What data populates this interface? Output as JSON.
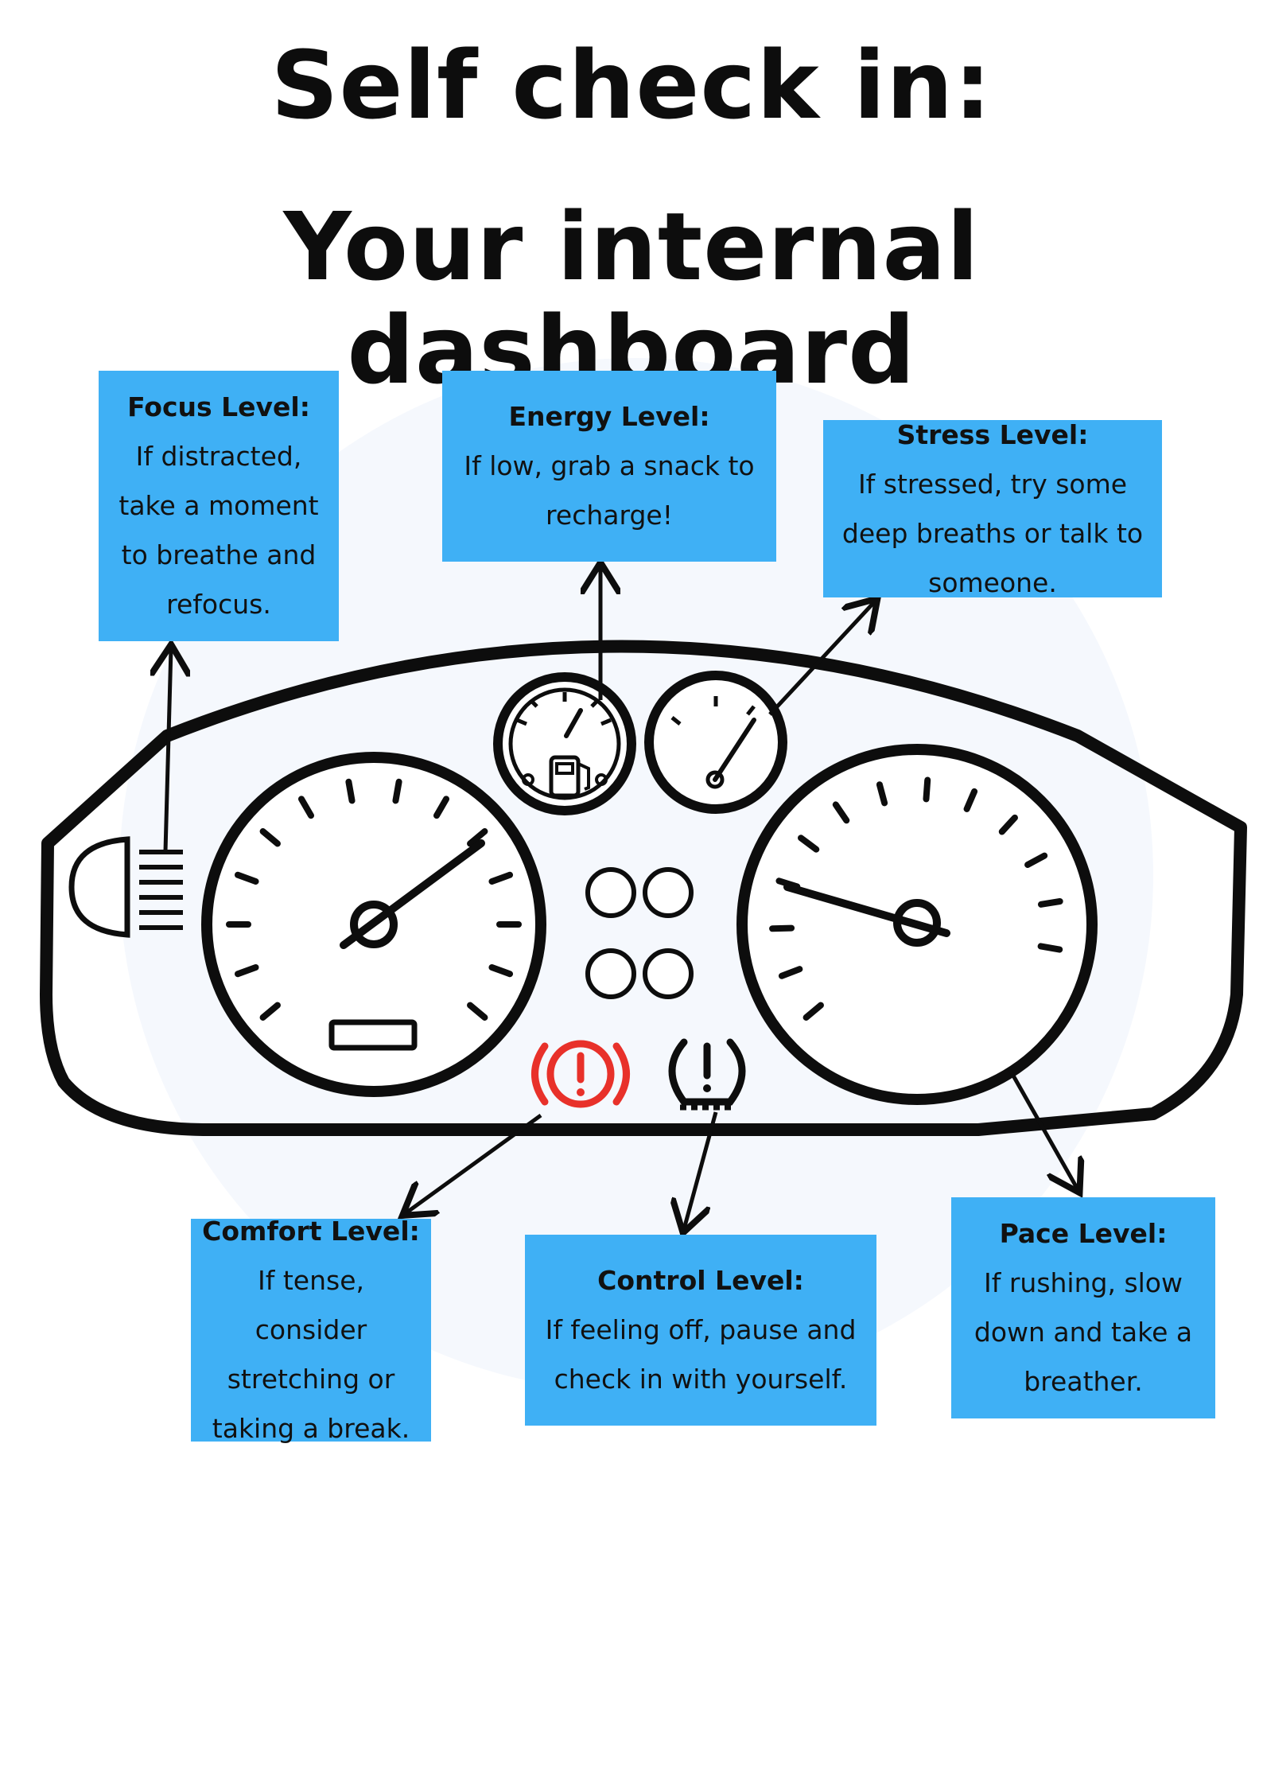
{
  "title": {
    "line1": "Self check in:",
    "line2": "Your internal dashboard"
  },
  "cards": {
    "focus": {
      "heading": "Focus Level:",
      "body": "If distracted, take a moment to breathe and refocus."
    },
    "energy": {
      "heading": "Energy Level:",
      "body": "If low, grab a snack to recharge!"
    },
    "stress": {
      "heading": "Stress Level:",
      "body": "If stressed, try some deep breaths or talk to someone."
    },
    "comfort": {
      "heading": "Comfort Level:",
      "body": "If tense, consider stretching or taking a break."
    },
    "control": {
      "heading": "Control Level:",
      "body": "If feeling off, pause and check in with yourself."
    },
    "pace": {
      "heading": "Pace Level:",
      "body": "If rushing, slow down and take a breather."
    }
  },
  "colors": {
    "card_blue": "#3fb0f5",
    "warning_red": "#e8312a",
    "outline": "#0d0d0d"
  },
  "icons": {
    "headlight": "headlight-icon",
    "fuel": "fuel-pump-icon",
    "brake_warning": "brake-warning-icon",
    "tire_pressure": "tire-pressure-icon"
  }
}
